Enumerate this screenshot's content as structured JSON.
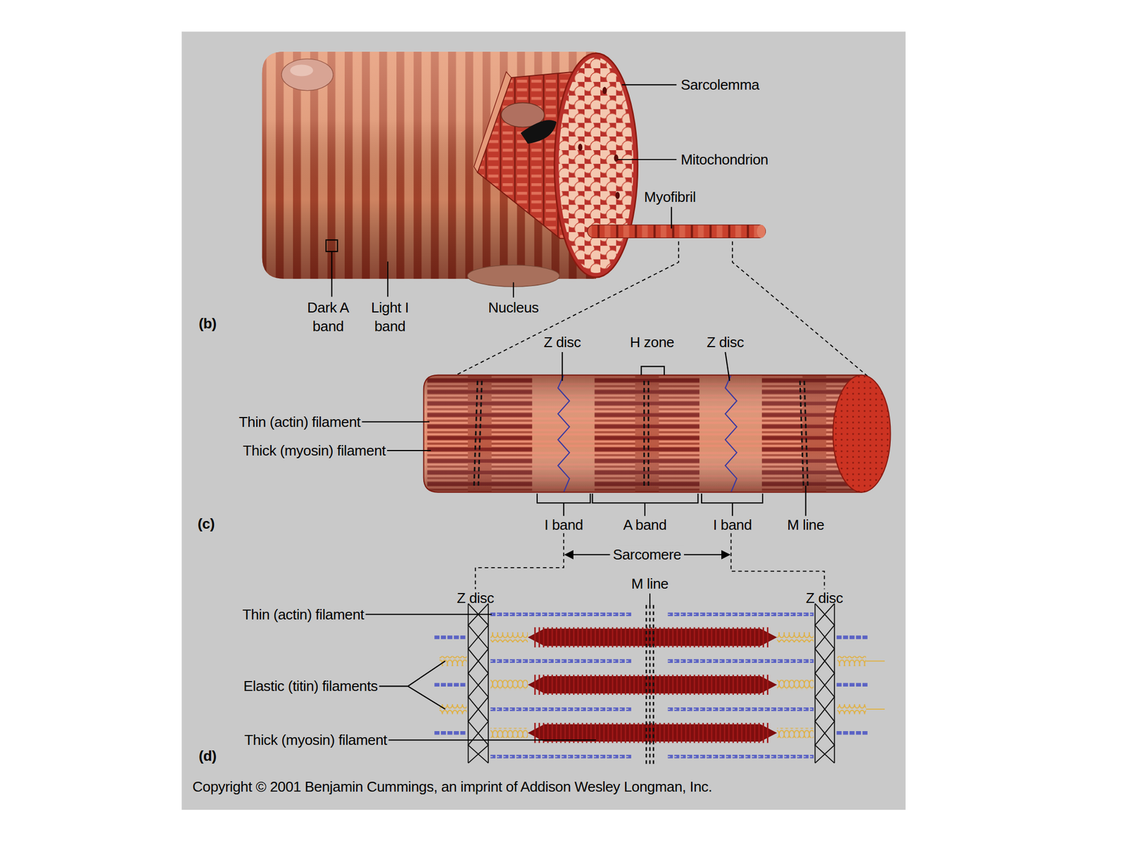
{
  "diagram": {
    "labels": [
      "Sarcolemma",
      "Mitochondrion",
      "Myofibril",
      "Dark A band",
      "Light I band",
      "Nucleus",
      "(b)",
      "Z disc",
      "H zone",
      "Z disc",
      "Thin (actin) filament",
      "Thick (myosin) filament",
      "(c)",
      "I band",
      "A band",
      "I band",
      "M line",
      "Sarcomere",
      "M line",
      "Z disc",
      "Z disc",
      "Thin (actin) filament",
      "Elastic (titin) filaments",
      "Thick (myosin) filament",
      "(d)",
      "Copyright © 2001 Benjamin Cummings, an imprint of Addison Wesley Longman, Inc."
    ]
  }
}
